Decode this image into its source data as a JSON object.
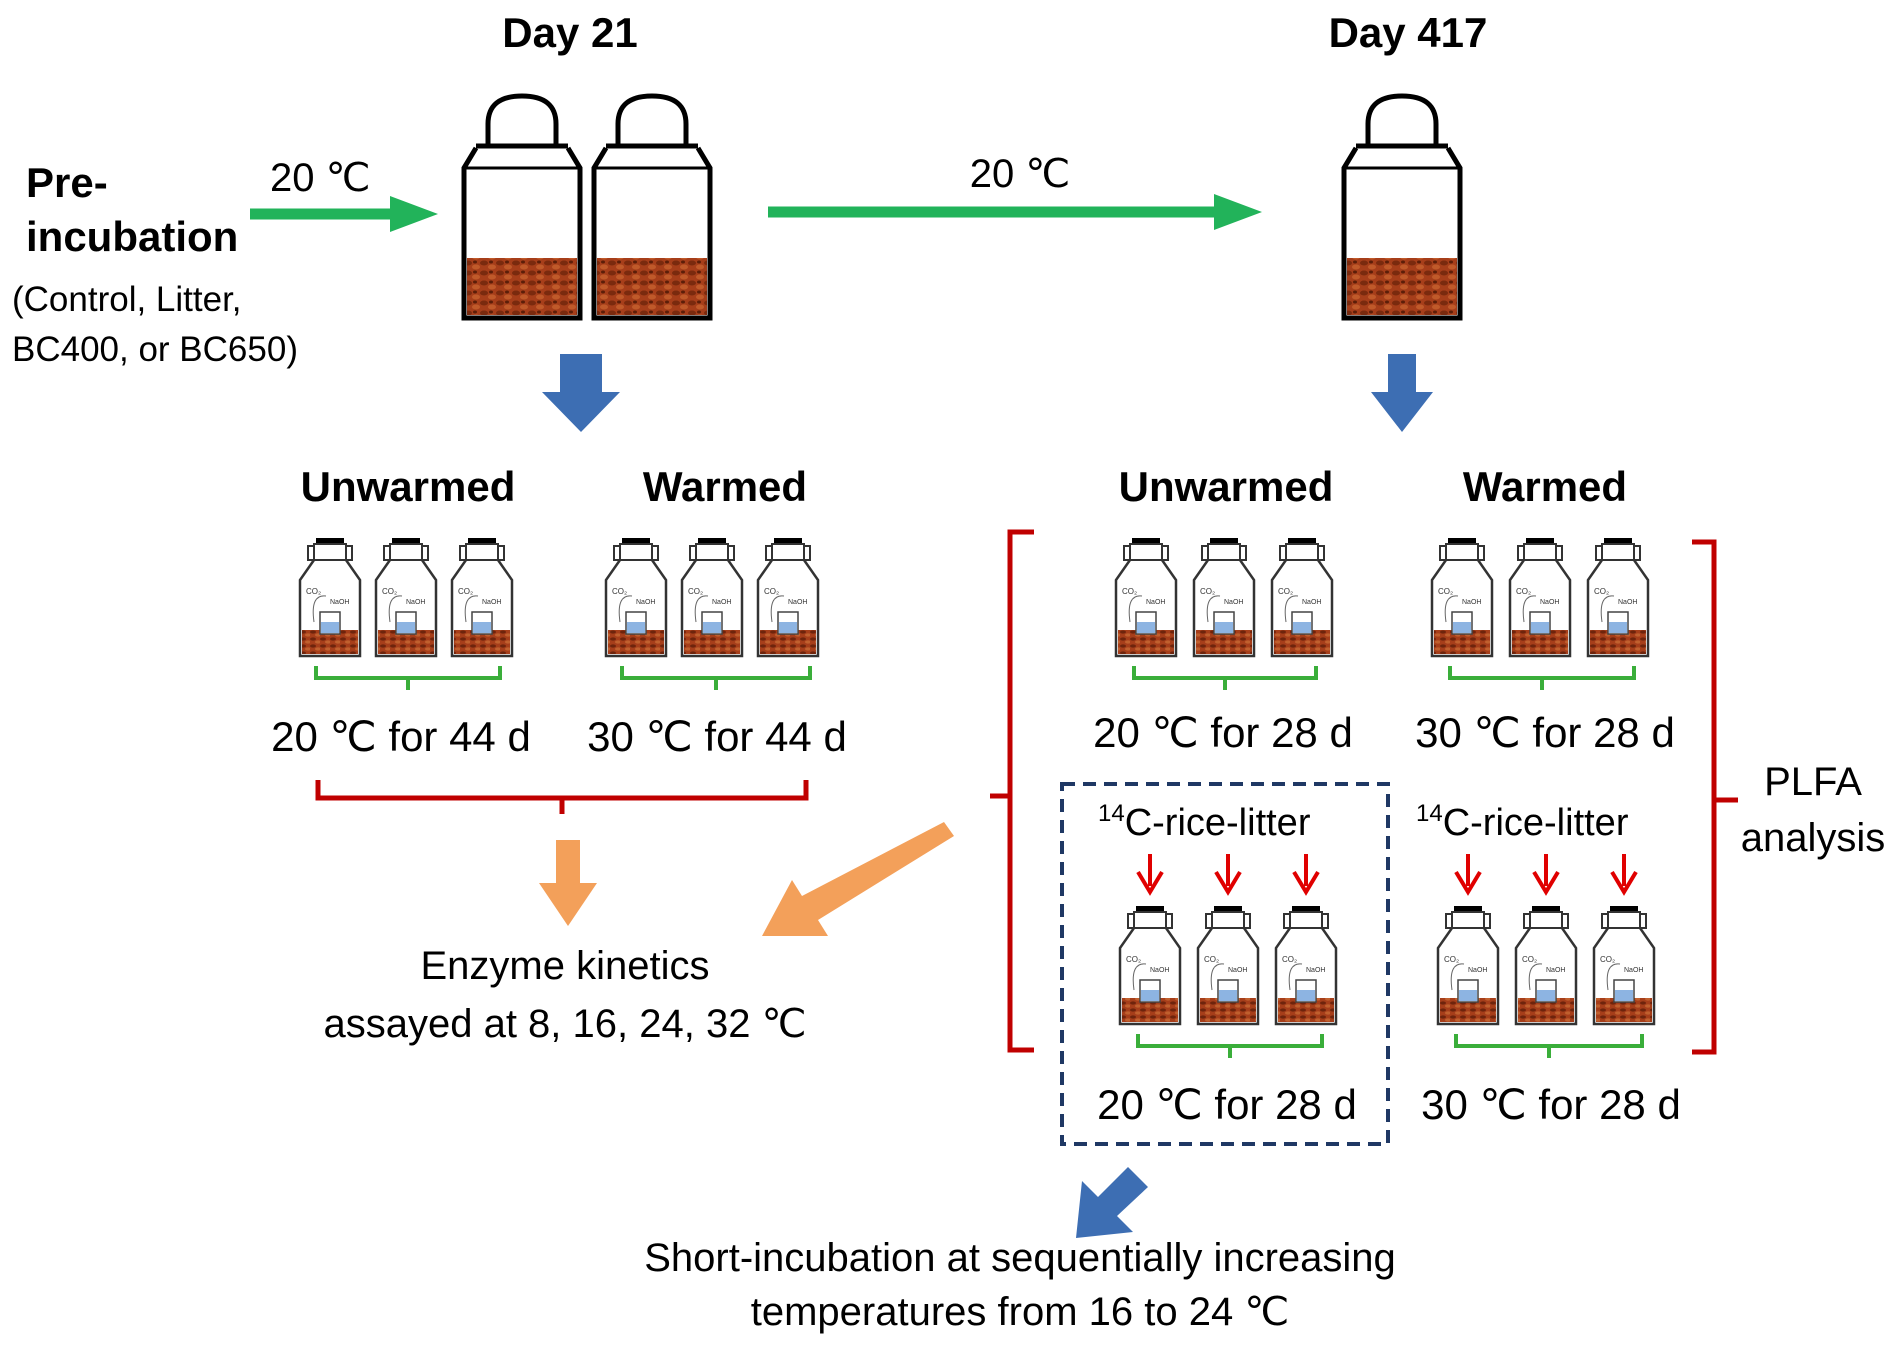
{
  "labels": {
    "day_a": "Day 21",
    "day_b": "Day 417",
    "preinc_line1": "Pre-",
    "preinc_line2": "incubation",
    "treatments_line1": "(Control,  Litter,",
    "treatments_line2": "BC400, or BC650)",
    "temp_arrow_1": "20 ℃",
    "temp_arrow_2": "20 ℃",
    "day21_unwarmed": "Unwarmed",
    "day21_warmed": "Warmed",
    "day21_unwarmed_cond": "20 ℃ for 44 d",
    "day21_warmed_cond": "30 ℃ for 44 d",
    "day417_unwarmed": "Unwarmed",
    "day417_warmed": "Warmed",
    "day417_unwarmed_cond": "20 ℃ for 28 d",
    "day417_warmed_cond": "30 ℃ for 28 d",
    "rice_sup": "14",
    "rice_label": "C-rice-litter",
    "rice_unwarmed_cond": "20 ℃ for 28 d",
    "rice_warmed_cond": "30 ℃ for 28 d",
    "plfa_line1": "PLFA",
    "plfa_line2": "analysis",
    "enzyme_line1": "Enzyme kinetics",
    "enzyme_line2": "assayed at 8, 16, 24, 32 ℃",
    "short_line1": "Short-incubation at sequentially increasing",
    "short_line2": "temperatures from 16 to 24 ℃",
    "flask_co2": "CO₂",
    "flask_naoh": "NaOH"
  },
  "colors": {
    "green_arrow": "#22b35a",
    "blue_arrow": "#3d6eb3",
    "orange_arrow": "#f3a05a",
    "red_bracket": "#c00000",
    "green_bracket": "#3aae3a",
    "red_arrow": "#e00000",
    "dashed_box": "#1f3864",
    "soil": "#9a3a18",
    "soil_dark": "#6b230c",
    "text": "#000000"
  }
}
